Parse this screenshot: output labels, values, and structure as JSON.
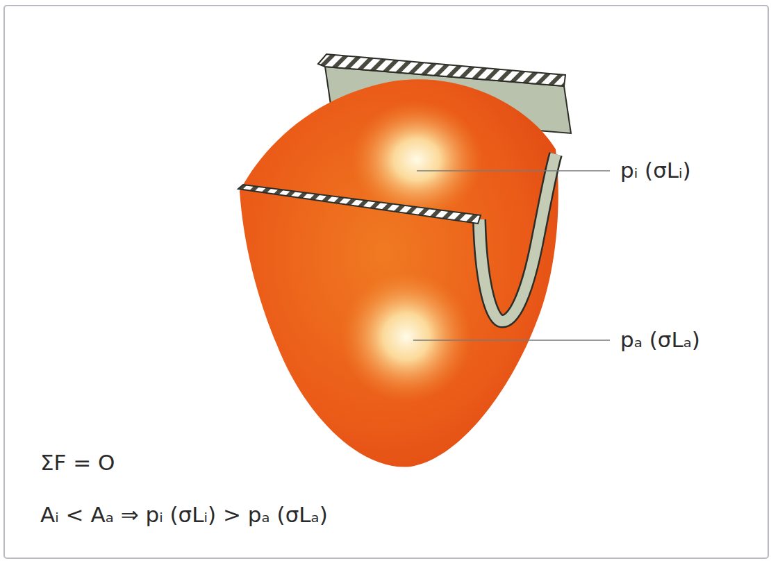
{
  "diagram": {
    "labels": [
      "pᵢ (σLᵢ)",
      "pₐ (σLₐ)",
      "ΣF = O",
      "Aᵢ < Aₐ ⇒ pᵢ (σLᵢ) > pₐ (σLₐ)"
    ]
  }
}
